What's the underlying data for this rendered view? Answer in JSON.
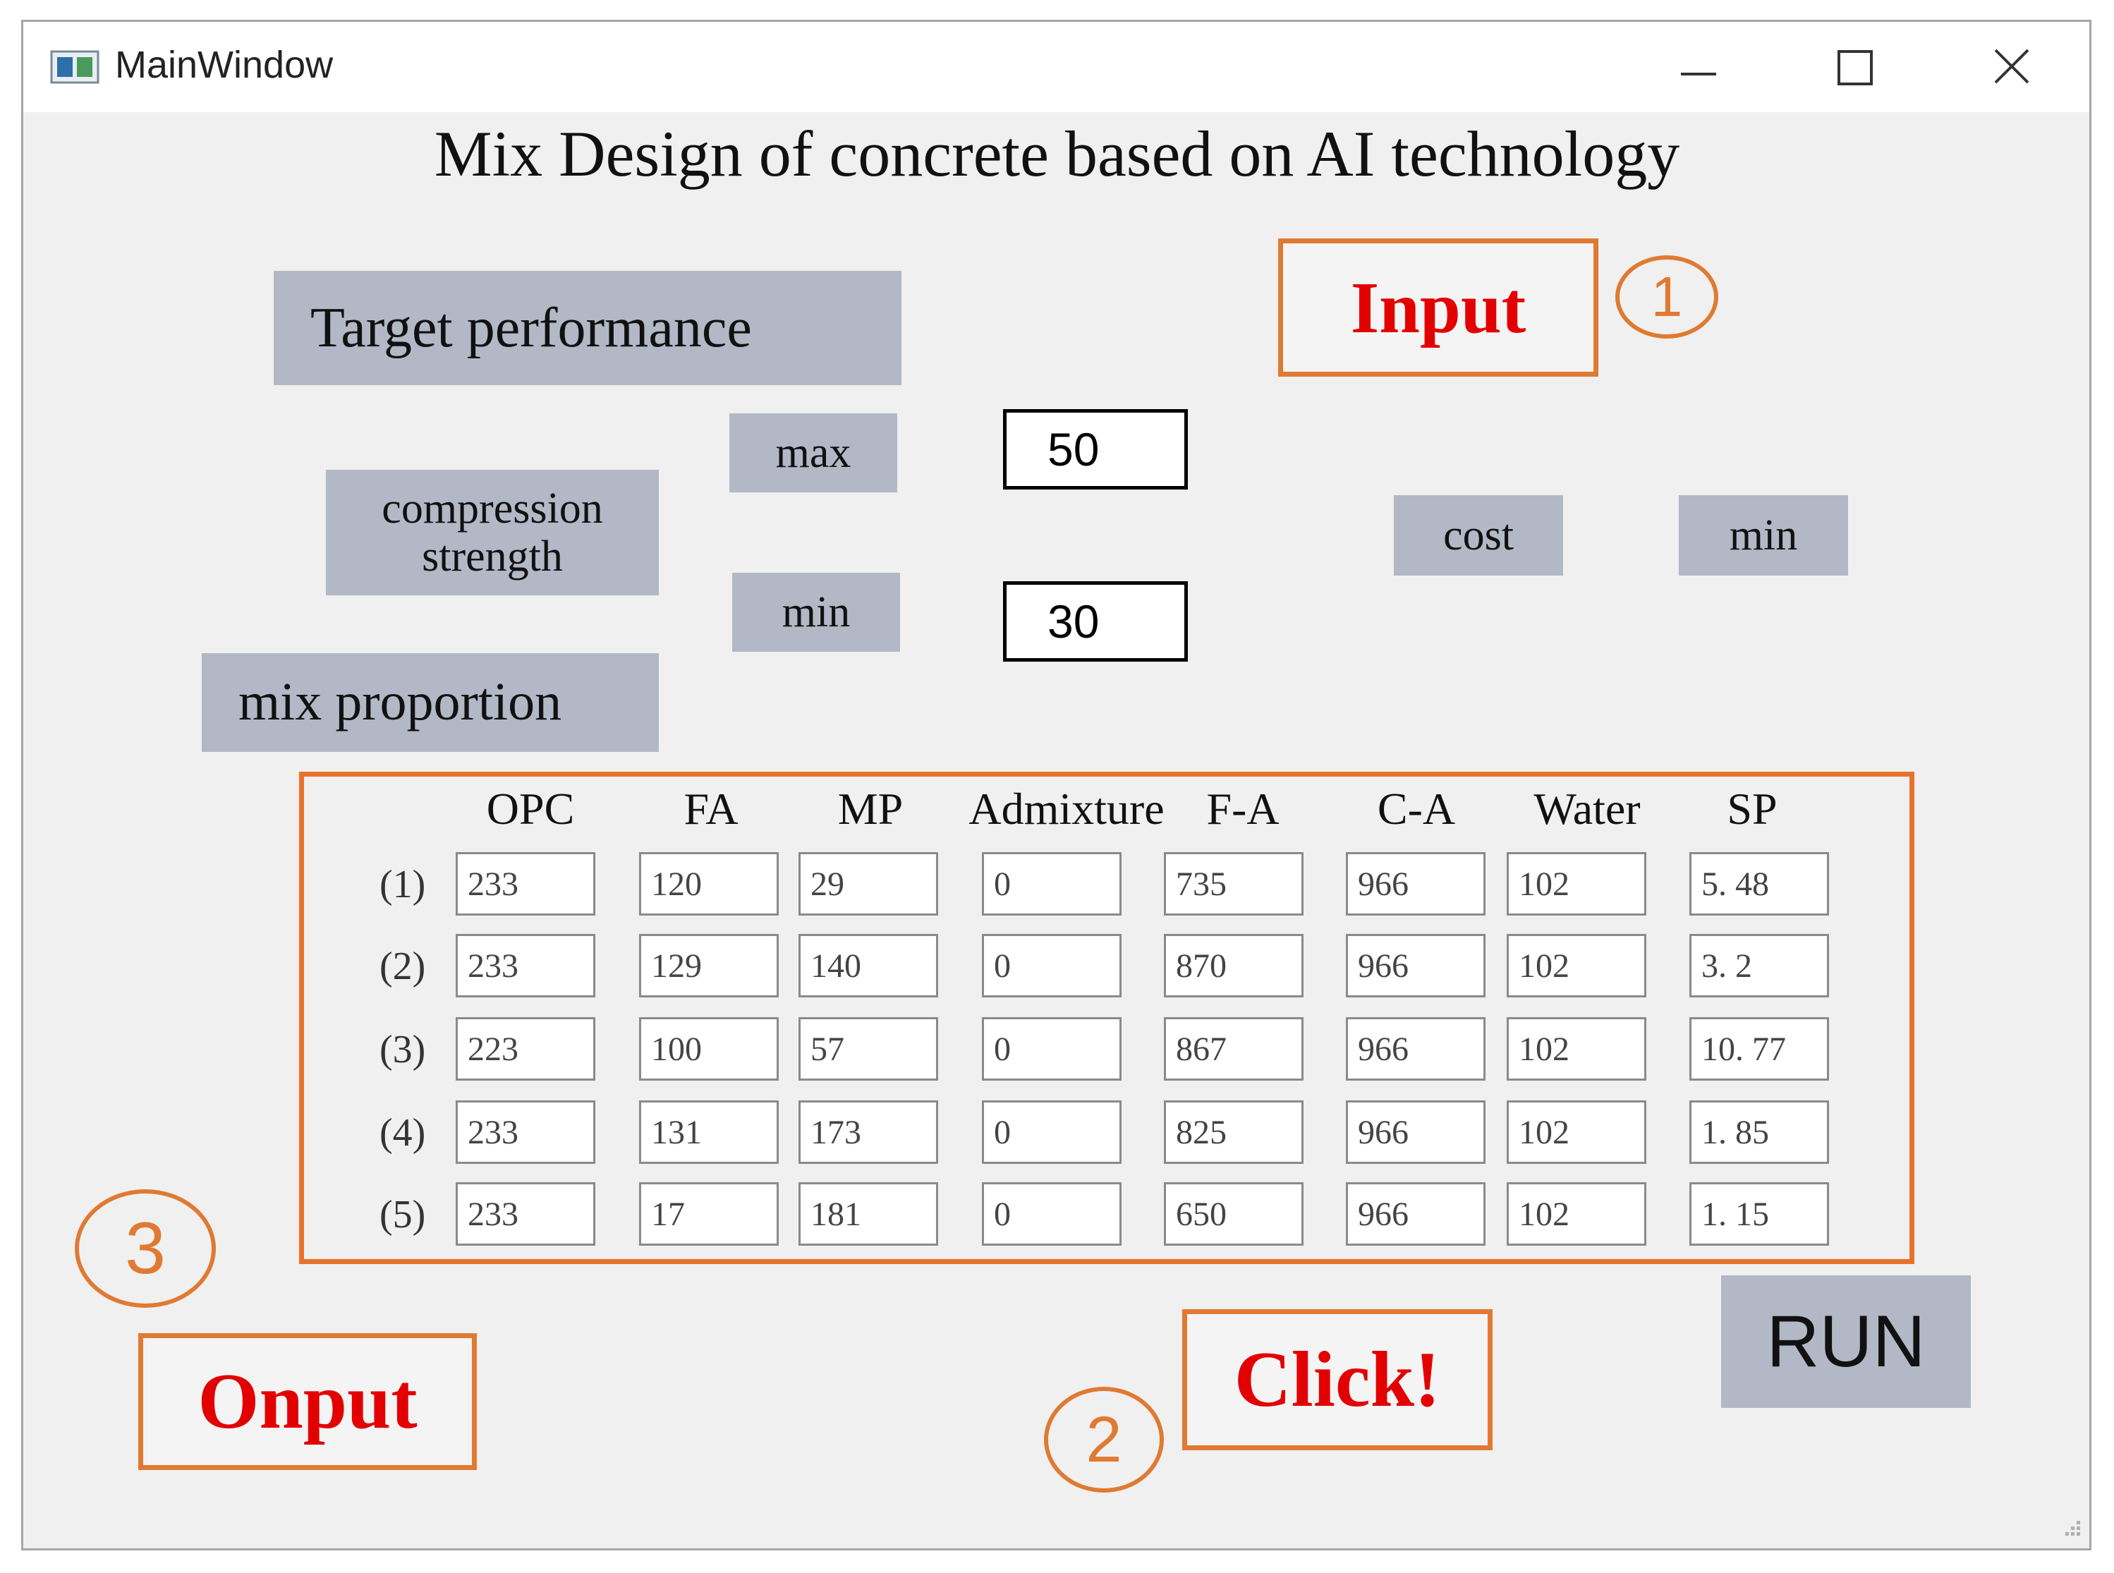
{
  "window": {
    "title": "MainWindow"
  },
  "main_title": "Mix Design of concrete based on AI technology",
  "labels": {
    "target_performance": "Target performance",
    "compression_strength": "compression strength",
    "max": "max",
    "min": "min",
    "cost": "cost",
    "cost_min": "min",
    "mix_proportion": "mix proportion"
  },
  "inputs": {
    "max_value": "50",
    "min_value": "30"
  },
  "annotations": {
    "input": "Input",
    "click": "Click!",
    "output": "Onput",
    "step1": "1",
    "step2": "2",
    "step3": "3"
  },
  "table": {
    "columns": [
      "OPC",
      "FA",
      "MP",
      "Admixture",
      "F-A",
      "C-A",
      "Water",
      "SP"
    ],
    "rows": [
      {
        "label": "(1)",
        "values": [
          "233",
          "120",
          "29",
          "0",
          "735",
          "966",
          "102",
          "5. 48"
        ]
      },
      {
        "label": "(2)",
        "values": [
          "233",
          "129",
          "140",
          "0",
          "870",
          "966",
          "102",
          "3. 2"
        ]
      },
      {
        "label": "(3)",
        "values": [
          "223",
          "100",
          "57",
          "0",
          "867",
          "966",
          "102",
          "10. 77"
        ]
      },
      {
        "label": "(4)",
        "values": [
          "233",
          "131",
          "173",
          "0",
          "825",
          "966",
          "102",
          "1. 85"
        ]
      },
      {
        "label": "(5)",
        "values": [
          "233",
          "17",
          "181",
          "0",
          "650",
          "966",
          "102",
          "1. 15"
        ]
      }
    ]
  },
  "run_button": "RUN",
  "colors": {
    "annotation_orange": "#e07a32",
    "annotation_red": "#e20000",
    "label_bg": "#b2b8c5",
    "window_bg": "#f0f0f0"
  },
  "icons": [
    "app-icon",
    "minimize-icon",
    "maximize-icon",
    "close-icon",
    "resize-grip-icon"
  ]
}
